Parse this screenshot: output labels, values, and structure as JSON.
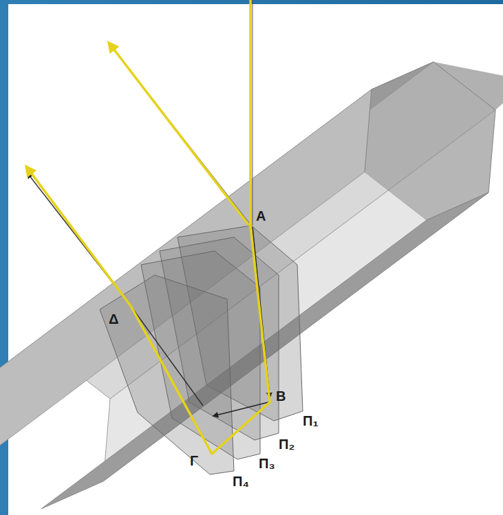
{
  "diagram": {
    "labels": [
      "Α",
      "Β",
      "Γ",
      "Δ",
      "Π₁",
      "Π₂",
      "Π₃",
      "Π₄"
    ]
  }
}
